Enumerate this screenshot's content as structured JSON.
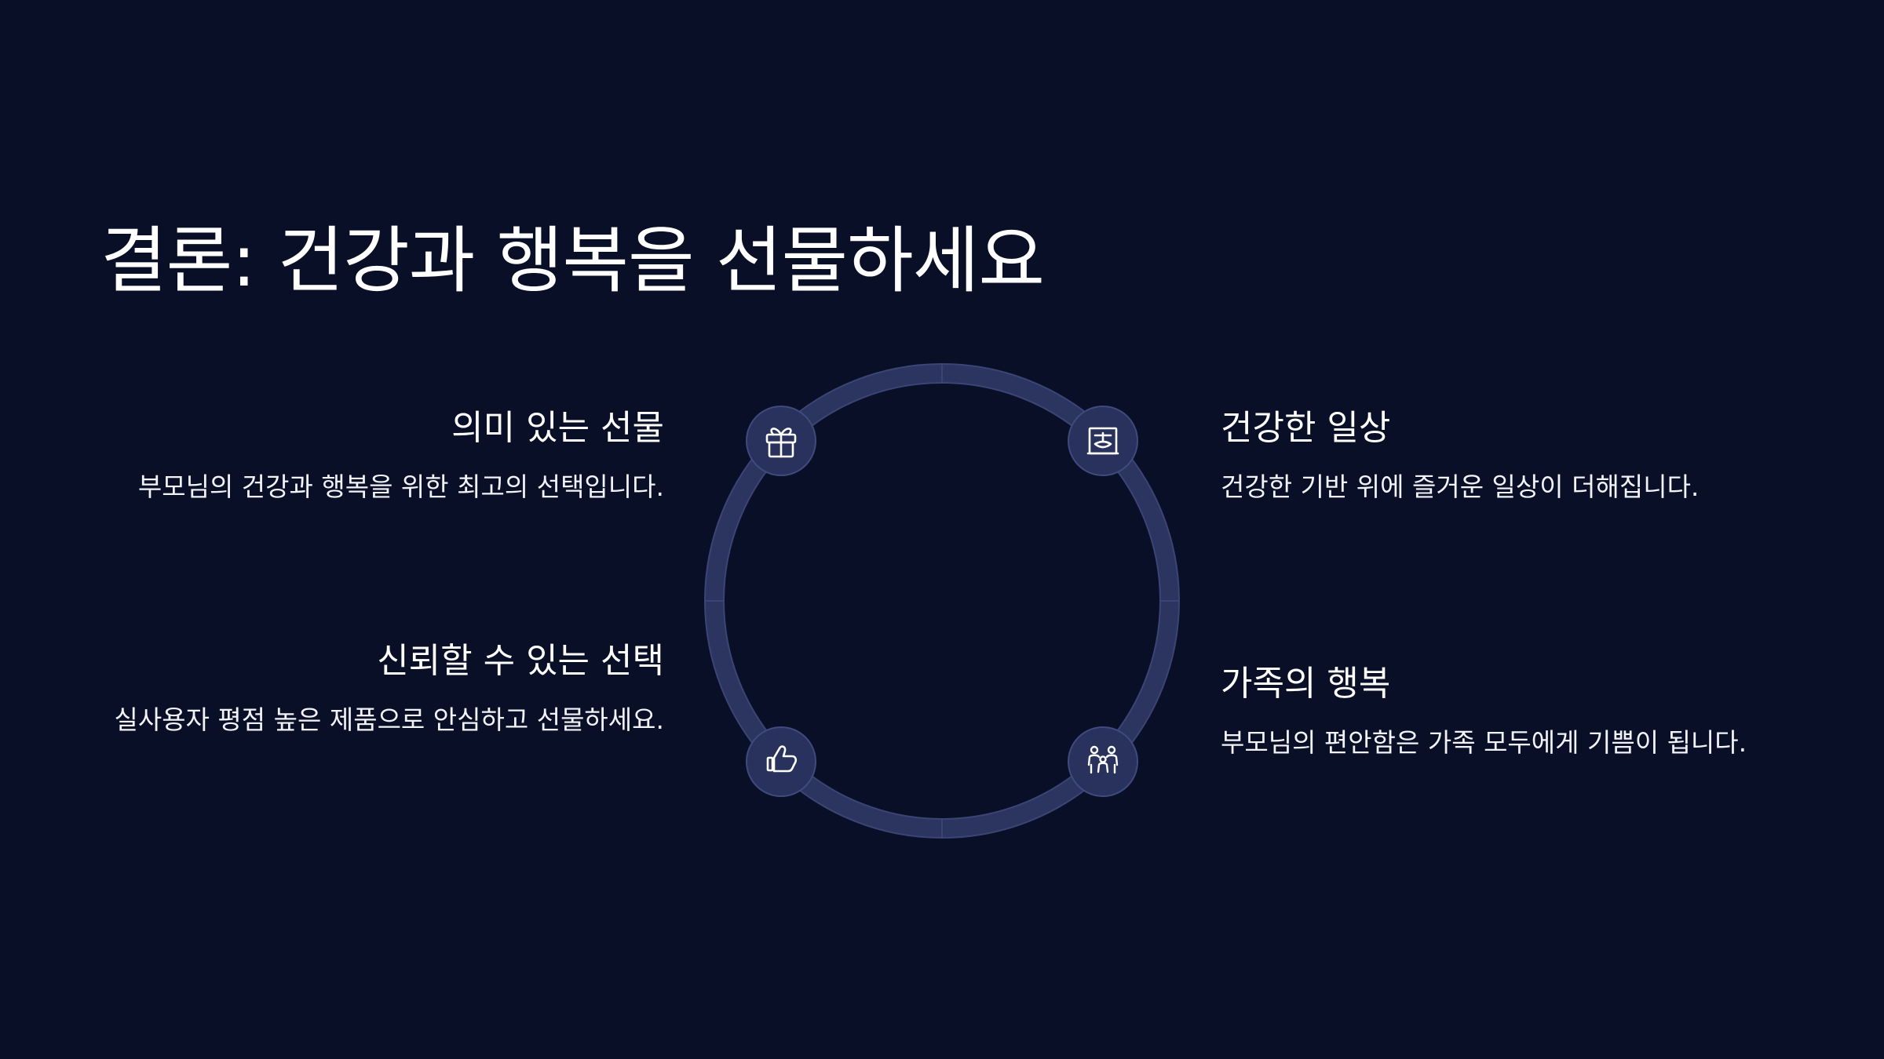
{
  "slide": {
    "title": "결론: 건강과 행복을 선물하세요"
  },
  "items": [
    {
      "id": "gift",
      "icon": "gift-icon",
      "heading": "의미 있는 선물",
      "body": "부모님의 건강과 행복을 위한 최고의 선택입니다."
    },
    {
      "id": "health",
      "icon": "health-frame-icon",
      "heading": "건강한 일상",
      "body": "건강한 기반 위에 즐거운 일상이 더해집니다."
    },
    {
      "id": "trust",
      "icon": "thumbs-up-icon",
      "heading": "신뢰할 수 있는 선택",
      "body": "실사용자 평점 높은 제품으로 안심하고 선물하세요."
    },
    {
      "id": "family",
      "icon": "family-icon",
      "heading": "가족의 행복",
      "body": "부모님의 편안함은 가족 모두에게 기쁨이 됩니다."
    }
  ],
  "colors": {
    "background": "#090f26",
    "ring": "#2b355f",
    "ring_edge": "#3a4575",
    "node": "#28325c",
    "text": "#ffffff"
  }
}
